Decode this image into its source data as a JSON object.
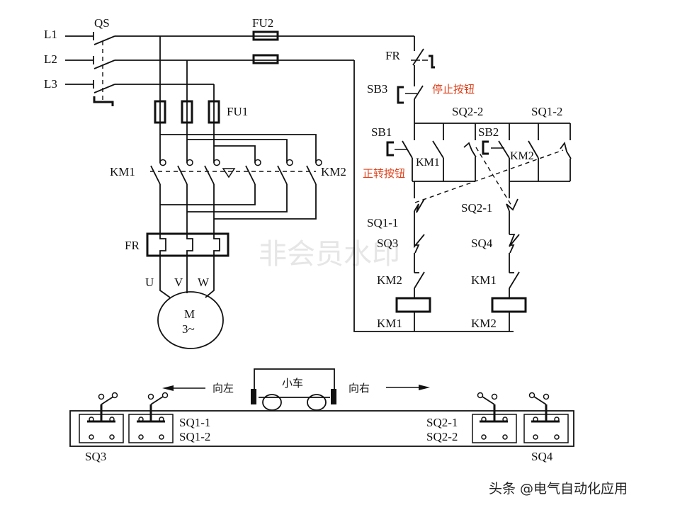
{
  "power_circuit": {
    "lines": [
      "L1",
      "L2",
      "L3"
    ],
    "main_switch": "QS",
    "main_fuses": "FU1",
    "forward_contactor": "KM1",
    "reverse_contactor": "KM2",
    "thermal_relay": "FR",
    "motor_terminals": [
      "U",
      "V",
      "W"
    ],
    "motor_label": "M",
    "motor_phase": "3~"
  },
  "control_circuit": {
    "control_fuse": "FU2",
    "overload_contact": "FR",
    "stop_button": "SB3",
    "stop_button_note": "停止按钮",
    "forward_button": "SB1",
    "forward_button_note": "正转按钮",
    "reverse_button": "SB2",
    "km1_aux_contact": "KM1",
    "km2_aux_contact": "KM2",
    "limit_sq2_2": "SQ2-2",
    "limit_sq1_2": "SQ1-2",
    "limit_sq1_1": "SQ1-1",
    "limit_sq2_1": "SQ2-1",
    "limit_sq3": "SQ3",
    "limit_sq4": "SQ4",
    "interlock_left": "KM2",
    "interlock_right": "KM1",
    "coil_left": "KM1",
    "coil_right": "KM2"
  },
  "layout_diagram": {
    "cart_label": "小车",
    "left_direction": "向左",
    "right_direction": "向右",
    "left_switch_top": "SQ1-1",
    "left_switch_bottom": "SQ1-2",
    "right_switch_top": "SQ2-1",
    "right_switch_bottom": "SQ2-2",
    "left_end_switch": "SQ3",
    "right_end_switch": "SQ4"
  },
  "watermark": "非会员水印",
  "brand_credit": "头条 @电气自动化应用"
}
